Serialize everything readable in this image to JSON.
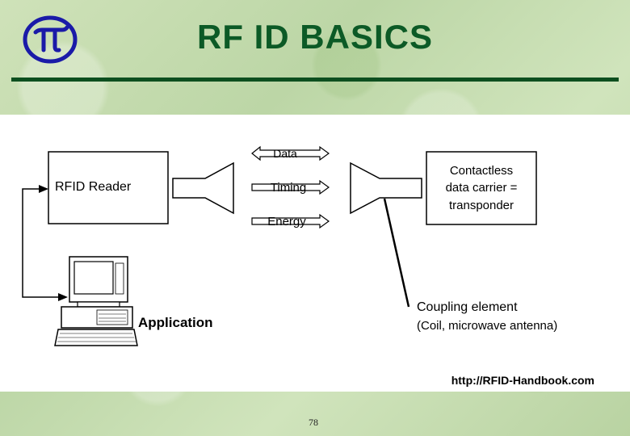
{
  "slide": {
    "title": "RF ID BASICS",
    "page_number": "78",
    "title_color": "#0c5a26",
    "logo_icon": "pi-logo-icon"
  },
  "diagram": {
    "reader_label": "RFID Reader",
    "transponder_lines": [
      "Contactless",
      "data carrier =",
      "transponder"
    ],
    "flows": [
      "Data",
      "Timing",
      "Energy"
    ],
    "application_label": "Application",
    "coupling_lines": [
      "Coupling element",
      "(Coil, microwave antenna)"
    ],
    "source_url": "http://RFID-Handbook.com"
  }
}
